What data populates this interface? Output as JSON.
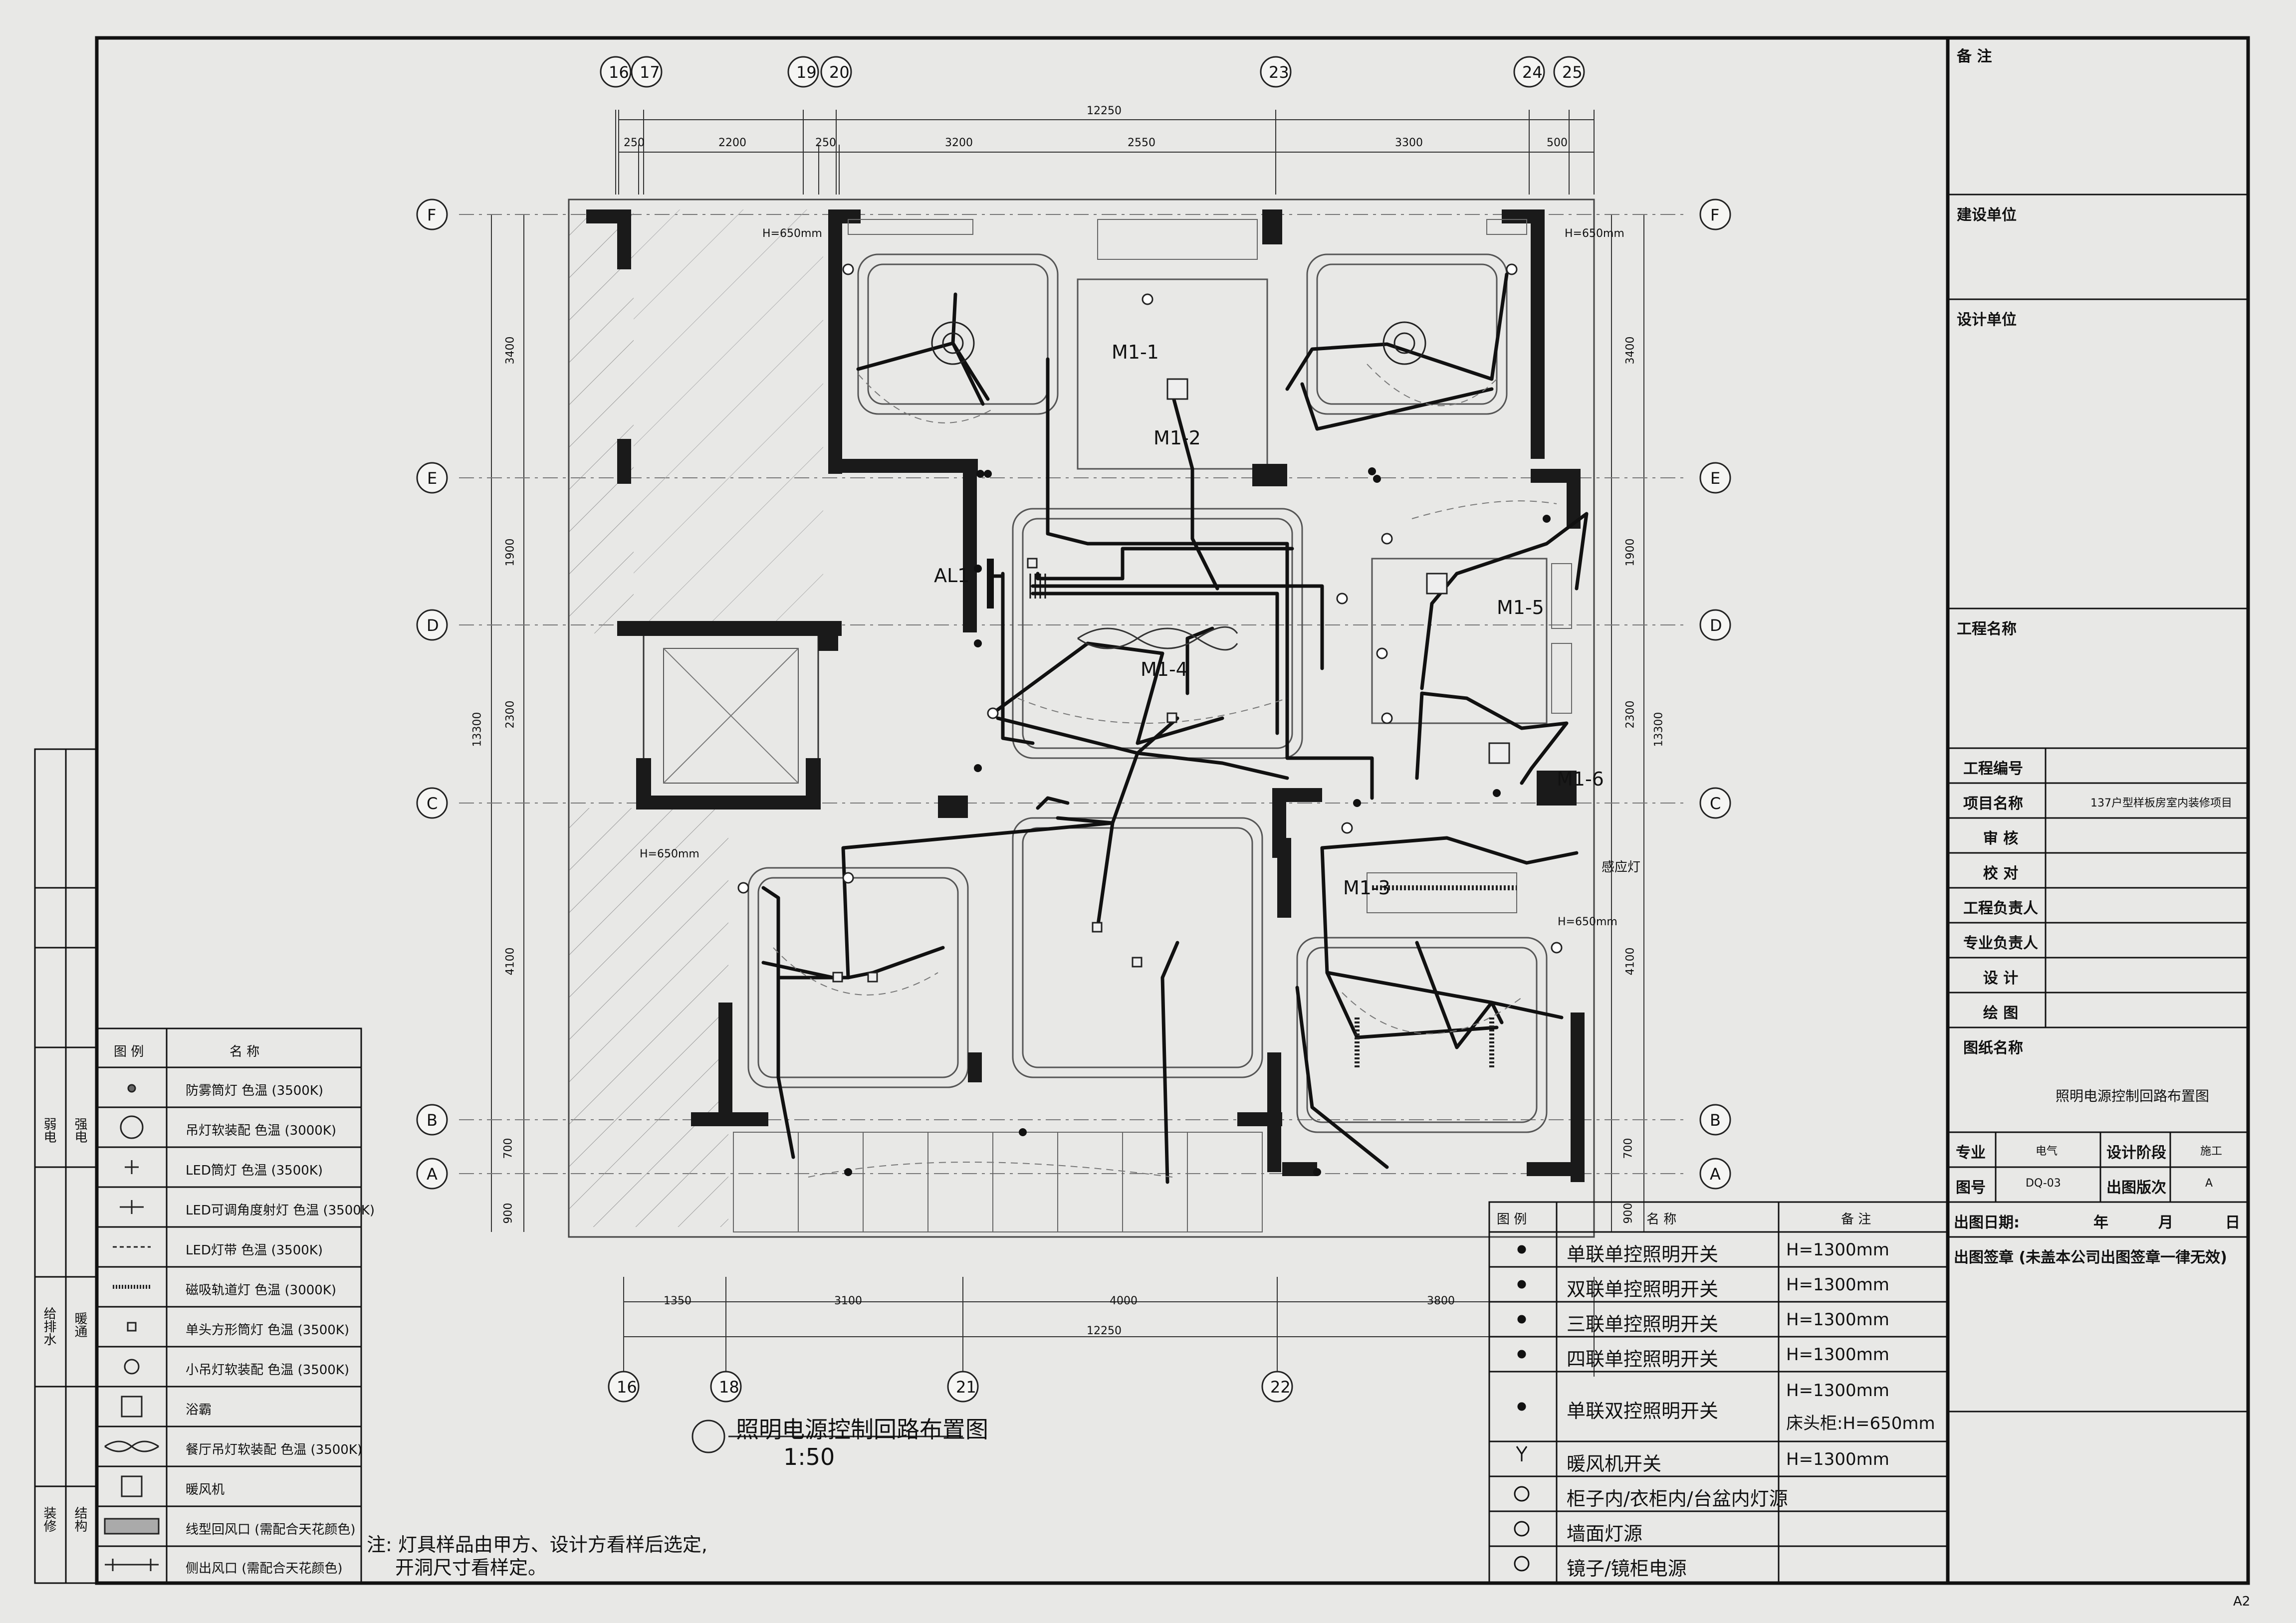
{
  "drawing": {
    "title": "照明电源控制回路布置图",
    "scale": "1:50",
    "note_line1": "注: 灯具样品由甲方、设计方看样后选定,",
    "note_line2": "开洞尺寸看样定。",
    "sheet_size": "A2"
  },
  "grid": {
    "top_axes": [
      "16",
      "17",
      "19",
      "20",
      "23",
      "24",
      "25"
    ],
    "bottom_axes": [
      "16",
      "18",
      "21",
      "22"
    ],
    "rows": [
      "F",
      "E",
      "D",
      "C",
      "B",
      "A"
    ],
    "top_total": "12250",
    "top_dims": [
      "250",
      "2200",
      "250",
      "3200",
      "2550",
      "3300",
      "500"
    ],
    "bottom_total": "12250",
    "bottom_dims": [
      "1350",
      "3100",
      "4000",
      "3800"
    ],
    "left_total": "13300",
    "side_dims": [
      "3400",
      "1900",
      "2300",
      "4100",
      "700",
      "900"
    ]
  },
  "plan_labels": {
    "circuits": [
      "M1-1",
      "M1-2",
      "M1-3",
      "M1-4",
      "M1-5",
      "M1-6"
    ],
    "panel": "AL1",
    "height_tag": "H=650mm",
    "sensor_light": "感应灯"
  },
  "legend": {
    "header_symbol": "图 例",
    "header_name": "名    称",
    "items": [
      {
        "icon": "moisture-proof-downlight-icon",
        "name": "防雾筒灯 色温 (3500K)"
      },
      {
        "icon": "pendant-lamp-icon",
        "name": "吊灯软装配 色温 (3000K)"
      },
      {
        "icon": "led-downlight-icon",
        "name": "LED筒灯 色温 (3500K)"
      },
      {
        "icon": "led-adjustable-spot-icon",
        "name": "LED可调角度射灯 色温 (3500K)"
      },
      {
        "icon": "led-strip-icon",
        "name": "LED灯带 色温 (3500K)"
      },
      {
        "icon": "magnetic-track-icon",
        "name": "磁吸轨道灯 色温 (3000K)"
      },
      {
        "icon": "square-downlight-icon",
        "name": "单头方形筒灯 色温 (3500K)"
      },
      {
        "icon": "small-pendant-icon",
        "name": "小吊灯软装配 色温 (3500K)"
      },
      {
        "icon": "bath-heater-icon",
        "name": "浴霸"
      },
      {
        "icon": "dining-pendant-icon",
        "name": "餐厅吊灯软装配 色温 (3500K)"
      },
      {
        "icon": "ventilator-icon",
        "name": "暖风机"
      },
      {
        "icon": "linear-return-vent-icon",
        "name": "线型回风口 (需配合天花颜色)"
      },
      {
        "icon": "side-vent-icon",
        "name": "侧出风口 (需配合天花颜色)"
      }
    ]
  },
  "switch_legend": {
    "header_symbol": "图 例",
    "header_name": "名    称",
    "header_note": "备    注",
    "items": [
      {
        "name": "单联单控照明开关",
        "note": "H=1300mm",
        "note2": ""
      },
      {
        "name": "双联单控照明开关",
        "note": "H=1300mm",
        "note2": ""
      },
      {
        "name": "三联单控照明开关",
        "note": "H=1300mm",
        "note2": ""
      },
      {
        "name": "四联单控照明开关",
        "note": "H=1300mm",
        "note2": ""
      },
      {
        "name": "单联双控照明开关",
        "note": "H=1300mm",
        "note2": "床头柜:H=650mm"
      },
      {
        "name": "暖风机开关",
        "note": "H=1300mm",
        "note2": ""
      },
      {
        "name": "柜子内/衣柜内/台盆内灯源",
        "note": "",
        "note2": ""
      },
      {
        "name": "墙面灯源",
        "note": "",
        "note2": ""
      },
      {
        "name": "镜子/镜柜电源",
        "note": "",
        "note2": ""
      }
    ]
  },
  "left_strip": {
    "labels": [
      "弱电",
      "强电",
      "给排水",
      "暖通",
      "结构",
      "装修"
    ]
  },
  "title_block": {
    "remarks": "备 注",
    "client": "建设单位",
    "designer": "设计单位",
    "project_name_label": "工程名称",
    "project_no_label": "工程编号",
    "item_name_label": "项目名称",
    "item_name_value": "137户型样板房室内装修项目",
    "review_label": "审  核",
    "check_label": "校  对",
    "pm_label": "工程负责人",
    "discipline_lead_label": "专业负责人",
    "design_label": "设  计",
    "draw_label": "绘  图",
    "drawing_name_label": "图纸名称",
    "drawing_name_value": "照明电源控制回路布置图",
    "discipline_label": "专业",
    "discipline_value": "电气",
    "stage_label": "设计阶段",
    "stage_value": "施工",
    "drawing_no_label": "图号",
    "drawing_no_value": "DQ-03",
    "version_label": "出图版次",
    "version_value": "A",
    "date_label": "出图日期:",
    "date_year": "年",
    "date_month": "月",
    "date_day": "日",
    "stamp_label": "出图签章 (未盖本公司出图签章一律无效)"
  },
  "colors": {
    "paper": "#e8e8e6",
    "line": "#111111",
    "wall": "#1a1a1a",
    "hatch": "#9a9a9a"
  }
}
